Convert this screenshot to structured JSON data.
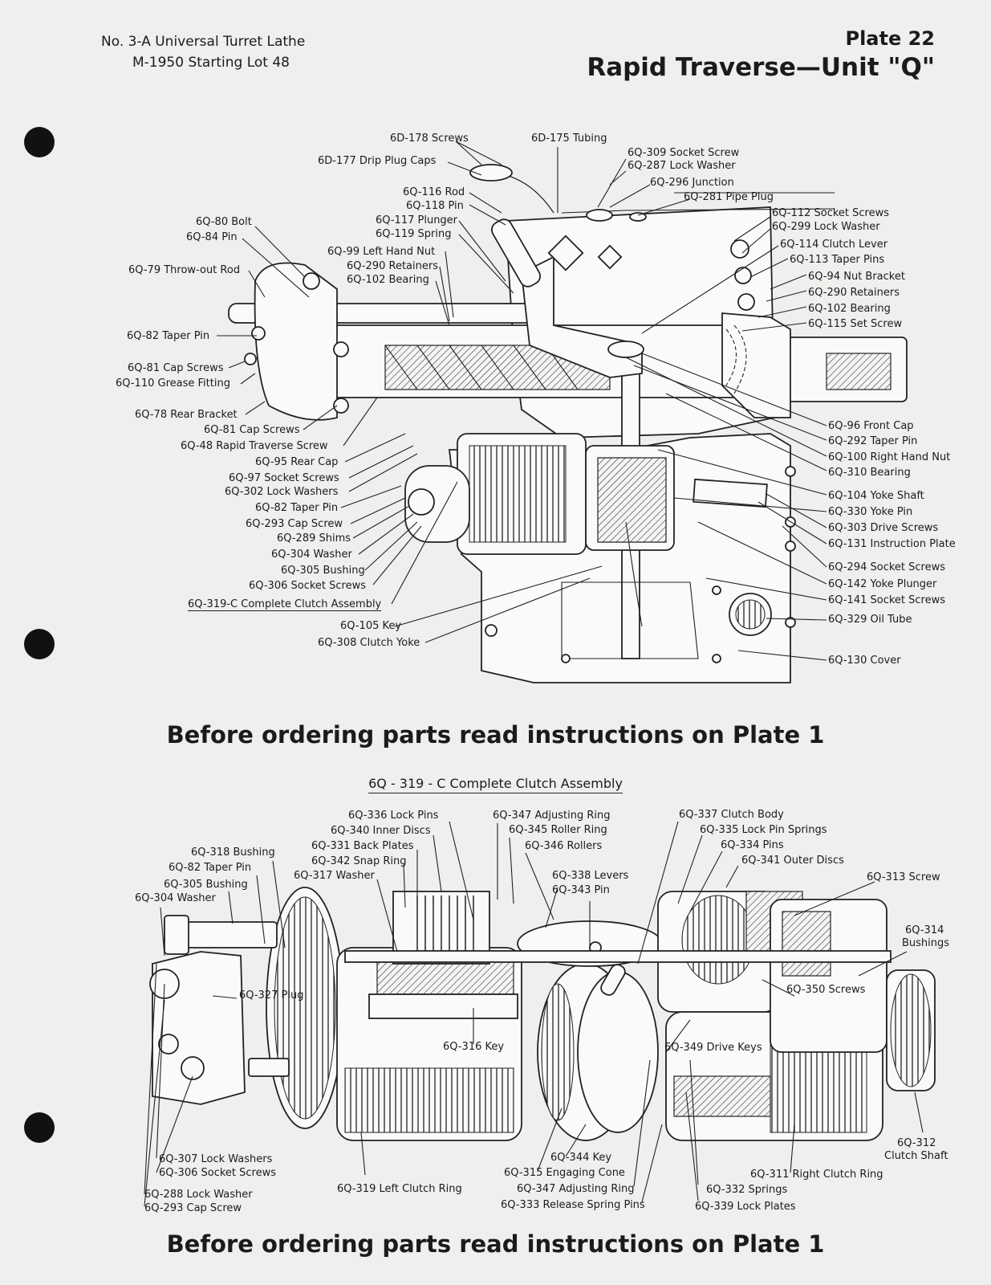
{
  "header": {
    "left_line1": "No. 3-A Universal Turret Lathe",
    "left_line2": "M-1950 Starting Lot 48",
    "plate": "Plate 22",
    "title": "Rapid Traverse—Unit \"Q\""
  },
  "notice": "Before ordering parts read instructions on Plate 1",
  "top_labels": {
    "d178": "6D-178 Screws",
    "d177": "6D-177 Drip Plug Caps",
    "d175": "6D-175 Tubing",
    "q309": "6Q-309 Socket Screw",
    "q287": "6Q-287 Lock Washer",
    "q296": "6Q-296 Junction",
    "q281": "6Q-281 Pipe Plug",
    "q116": "6Q-116 Rod",
    "q118": "6Q-118 Pin",
    "q117": "6Q-117 Plunger",
    "q119": "6Q-119 Spring",
    "q99": "6Q-99 Left Hand Nut",
    "q290a": "6Q-290 Retainers",
    "q102a": "6Q-102 Bearing",
    "q112": "6Q-112 Socket Screws",
    "q299": "6Q-299 Lock Washer",
    "q114": "6Q-114 Clutch Lever",
    "q113": "6Q-113 Taper Pins",
    "q94": "6Q-94 Nut Bracket",
    "q290b": "6Q-290 Retainers",
    "q102b": "6Q-102 Bearing",
    "q115": "6Q-115 Set Screw",
    "q80": "6Q-80 Bolt",
    "q84": "6Q-84 Pin",
    "q79": "6Q-79 Throw-out Rod",
    "q82a": "6Q-82 Taper Pin",
    "q81a": "6Q-81 Cap Screws",
    "q110": "6Q-110 Grease Fitting",
    "q78": "6Q-78 Rear Bracket",
    "q81b": "6Q-81 Cap Screws",
    "q48": "6Q-48 Rapid Traverse Screw",
    "q95": "6Q-95 Rear Cap",
    "q97": "6Q-97 Socket Screws",
    "q302": "6Q-302 Lock Washers",
    "q82b": "6Q-82 Taper Pin",
    "q293": "6Q-293 Cap Screw",
    "q289": "6Q-289 Shims",
    "q304": "6Q-304 Washer",
    "q305": "6Q-305 Bushing",
    "q306": "6Q-306 Socket Screws",
    "q319c": "6Q-319-C Complete Clutch Assembly",
    "q105": "6Q-105 Key",
    "q308": "6Q-308 Clutch Yoke",
    "q96": "6Q-96 Front Cap",
    "q292": "6Q-292 Taper Pin",
    "q100": "6Q-100 Right Hand Nut",
    "q310": "6Q-310 Bearing",
    "q104": "6Q-104 Yoke Shaft",
    "q330": "6Q-330 Yoke Pin",
    "q303": "6Q-303 Drive Screws",
    "q131": "6Q-131 Instruction Plate",
    "q294": "6Q-294 Socket Screws",
    "q142": "6Q-142 Yoke Plunger",
    "q141": "6Q-141 Socket Screws",
    "q329": "6Q-329 Oil Tube",
    "q130": "6Q-130 Cover"
  },
  "sub_title": "6Q - 319 - C Complete Clutch Assembly",
  "bottom_labels": {
    "q336": "6Q-336 Lock Pins",
    "q340": "6Q-340 Inner Discs",
    "q331": "6Q-331 Back Plates",
    "q342": "6Q-342 Snap Ring",
    "q317": "6Q-317 Washer",
    "q347a": "6Q-347 Adjusting Ring",
    "q345": "6Q-345 Roller Ring",
    "q346": "6Q-346 Rollers",
    "q337": "6Q-337 Clutch Body",
    "q335": "6Q-335 Lock Pin Springs",
    "q334": "6Q-334 Pins",
    "q341": "6Q-341 Outer Discs",
    "q318": "6Q-318 Bushing",
    "q82": "6Q-82 Taper Pin",
    "q305": "6Q-305 Bushing",
    "q304": "6Q-304 Washer",
    "q338": "6Q-338 Levers",
    "q343": "6Q-343 Pin",
    "q313": "6Q-313 Screw",
    "q314a": "6Q-314",
    "q314b": "Bushings",
    "q327": "6Q-327 Plug",
    "q350": "6Q-350 Screws",
    "q316": "6Q-316 Key",
    "q349": "6Q-349 Drive Keys",
    "q307": "6Q-307 Lock Washers",
    "q306": "6Q-306 Socket Screws",
    "q288": "6Q-288 Lock Washer",
    "q293": "6Q-293 Cap Screw",
    "q319": "6Q-319 Left Clutch Ring",
    "q344": "6Q-344 Key",
    "q315": "6Q-315 Engaging Cone",
    "q347b": "6Q-347 Adjusting Ring",
    "q333": "6Q-333 Release Spring Pins",
    "q332": "6Q-332 Springs",
    "q339": "6Q-339 Lock Plates",
    "q311": "6Q-311 Right Clutch Ring",
    "q312a": "6Q-312",
    "q312b": "Clutch Shaft"
  }
}
